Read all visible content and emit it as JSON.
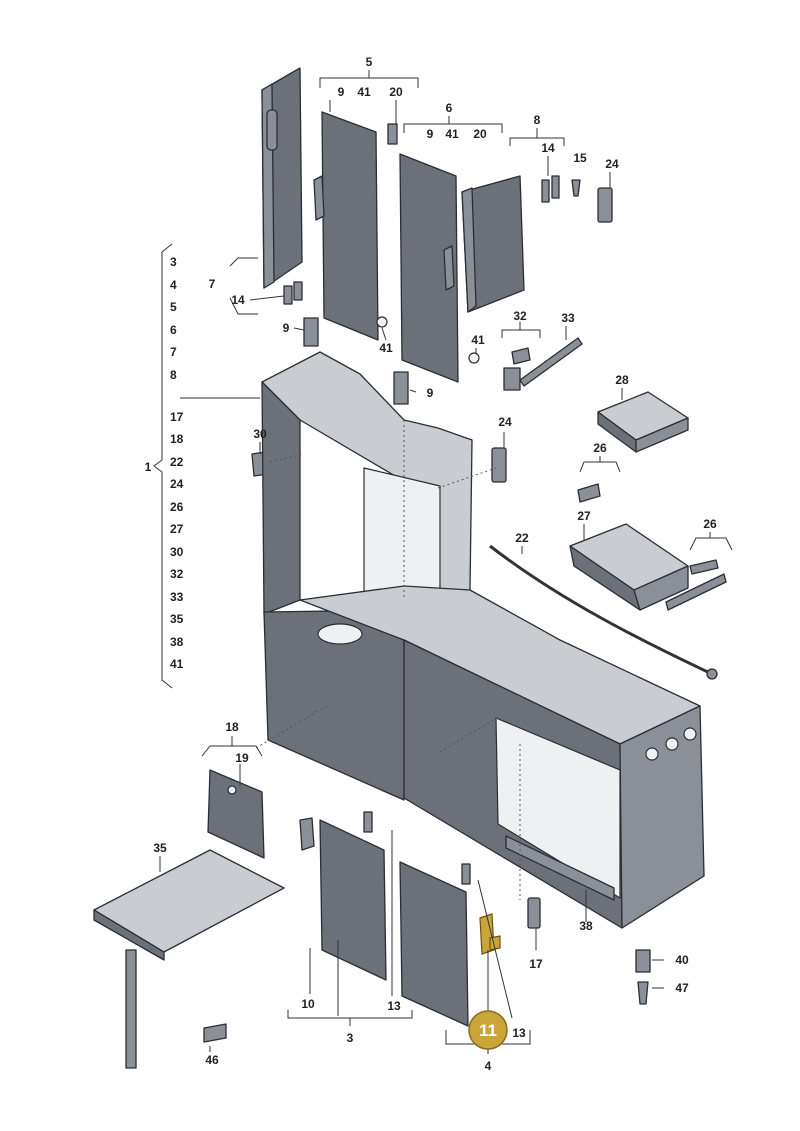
{
  "labels": {
    "l5": "5",
    "l9a": "9",
    "l41a": "41",
    "l20a": "20",
    "l6": "6",
    "l9b": "9",
    "l41b": "41",
    "l20b": "20",
    "l8": "8",
    "l14a": "14",
    "l15": "15",
    "l24a": "24",
    "l7": "7",
    "l14b": "14",
    "l9c": "9",
    "l41c": "41",
    "l9d": "9",
    "l41d": "41",
    "l32": "32",
    "l33": "33",
    "l28": "28",
    "l30": "30",
    "l24b": "24",
    "l26a": "26",
    "l27": "27",
    "l22": "22",
    "l26b": "26",
    "l18": "18",
    "l19": "19",
    "l35": "35",
    "l17": "17",
    "l38": "38",
    "l40": "40",
    "l47": "47",
    "l10": "10",
    "l13a": "13",
    "l3": "3",
    "l13b": "13",
    "l4": "4",
    "l46": "46",
    "l1": "1"
  },
  "group1_list": [
    "3",
    "4",
    "5",
    "6",
    "7",
    "8",
    "17",
    "18",
    "22",
    "24",
    "26",
    "27",
    "30",
    "32",
    "33",
    "35",
    "38",
    "41"
  ],
  "highlight": {
    "label": "11",
    "color": "#c9a53a"
  }
}
